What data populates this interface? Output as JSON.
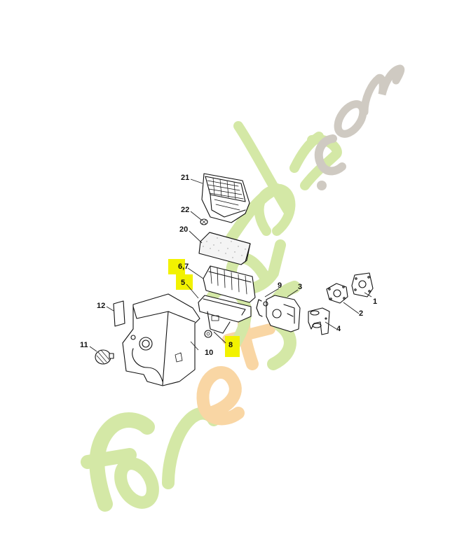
{
  "diagram": {
    "type": "exploded-parts-diagram",
    "subject": "Air filter / carburetor assembly",
    "watermark": {
      "text_green": "forestjardin",
      "text_orange": "et",
      "text_grey": ".com",
      "colors": {
        "green": "#d4e8a6",
        "orange": "#f9d6a4",
        "grey": "#cfcac2"
      }
    },
    "highlight_color": "#f2f200",
    "callouts": [
      {
        "id": "21",
        "label": "21",
        "part": "air filter cover",
        "highlighted": false
      },
      {
        "id": "22",
        "label": "22",
        "part": "screw",
        "highlighted": false
      },
      {
        "id": "20",
        "label": "20",
        "part": "foam pre-filter",
        "highlighted": false
      },
      {
        "id": "6_7",
        "label": "6,7",
        "part": "air filter element",
        "highlighted": true
      },
      {
        "id": "5",
        "label": "5",
        "part": "filter base",
        "highlighted": true
      },
      {
        "id": "8",
        "label": "8",
        "part": "nut",
        "highlighted": true
      },
      {
        "id": "9",
        "label": "9",
        "part": "spring / wire",
        "highlighted": false
      },
      {
        "id": "3",
        "label": "3",
        "part": "carburetor",
        "highlighted": false
      },
      {
        "id": "2",
        "label": "2",
        "part": "gasket",
        "highlighted": false
      },
      {
        "id": "1",
        "label": "1",
        "part": "gasket plate",
        "highlighted": false
      },
      {
        "id": "4",
        "label": "4",
        "part": "intake manifold",
        "highlighted": false
      },
      {
        "id": "12",
        "label": "12",
        "part": "label / sticker",
        "highlighted": false
      },
      {
        "id": "11",
        "label": "11",
        "part": "knob",
        "highlighted": false
      },
      {
        "id": "10",
        "label": "10",
        "part": "top cover (shroud)",
        "highlighted": false
      }
    ]
  }
}
